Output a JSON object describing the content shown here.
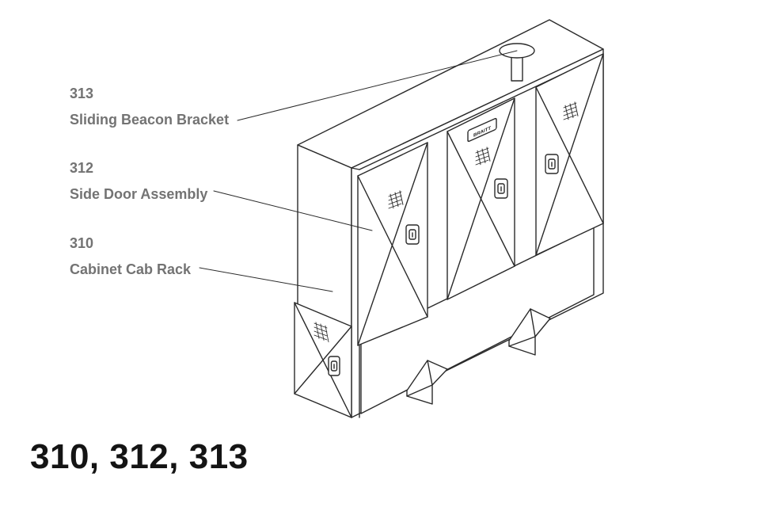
{
  "callouts": [
    {
      "number": "313",
      "name": "Sliding Beacon Bracket"
    },
    {
      "number": "312",
      "name": "Side Door Assembly"
    },
    {
      "number": "310",
      "name": "Cabinet Cab Rack"
    }
  ],
  "title": "310, 312, 313",
  "brand_badge": "BRAITT",
  "colors": {
    "line": "#2a2a2a",
    "label": "#737373",
    "title": "#141414"
  }
}
